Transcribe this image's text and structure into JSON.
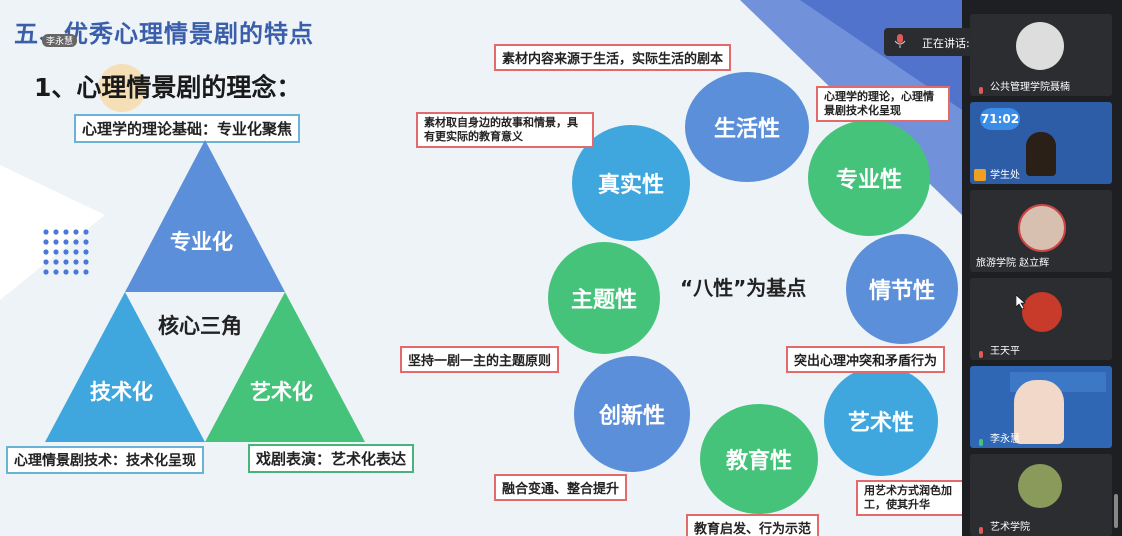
{
  "slide": {
    "title": "五、优秀心理情景剧的特点",
    "subtitle": "1、心理情景剧的理念：",
    "theory_box": "心理学的理论基础：专业化聚焦",
    "triangle": {
      "top": "专业化",
      "center": "核心三角",
      "left": "技术化",
      "right": "艺术化"
    },
    "bottom_left_box": "心理情景剧技术：技术化呈现",
    "bottom_right_box": "戏剧表演：艺术化表达",
    "eight_center": "“八性”为基点",
    "circles": {
      "life": "生活性",
      "real": "真实性",
      "professional": "专业性",
      "theme": "主题性",
      "plot": "情节性",
      "innovation": "创新性",
      "education": "教育性",
      "art": "艺术性"
    },
    "notes": {
      "life": "素材内容来源于生活，实际生活的剧本",
      "real": "素材取自身边的故事和情景，具有更实际的教育意义",
      "professional": "心理学的理论，心理情景剧技术化呈现",
      "theme": "坚持一剧一主的主题原则",
      "plot": "突出心理冲突和矛盾行为",
      "innovation": "融合变通、整合提升",
      "education": "教育启发、行为示范",
      "art": "用艺术方式润色加工，使其升华"
    },
    "overlay_name": "李永慧"
  },
  "meeting": {
    "speaking_label": "正在讲话: 李永慧;",
    "timer": "71:02",
    "participants": [
      {
        "name": "公共管理学院聂楠"
      },
      {
        "name": "学生处"
      },
      {
        "name": "旅游学院 赵立辉"
      },
      {
        "name": "王天平"
      },
      {
        "name": "李永慧"
      },
      {
        "name": "艺术学院"
      }
    ]
  },
  "colors": {
    "title_blue": "#3a5ea9",
    "circle_blue": "#5b8fd9",
    "circle_green": "#46c37b",
    "circle_light_blue": "#3fa7de",
    "note_border_red": "#e36a6a"
  }
}
